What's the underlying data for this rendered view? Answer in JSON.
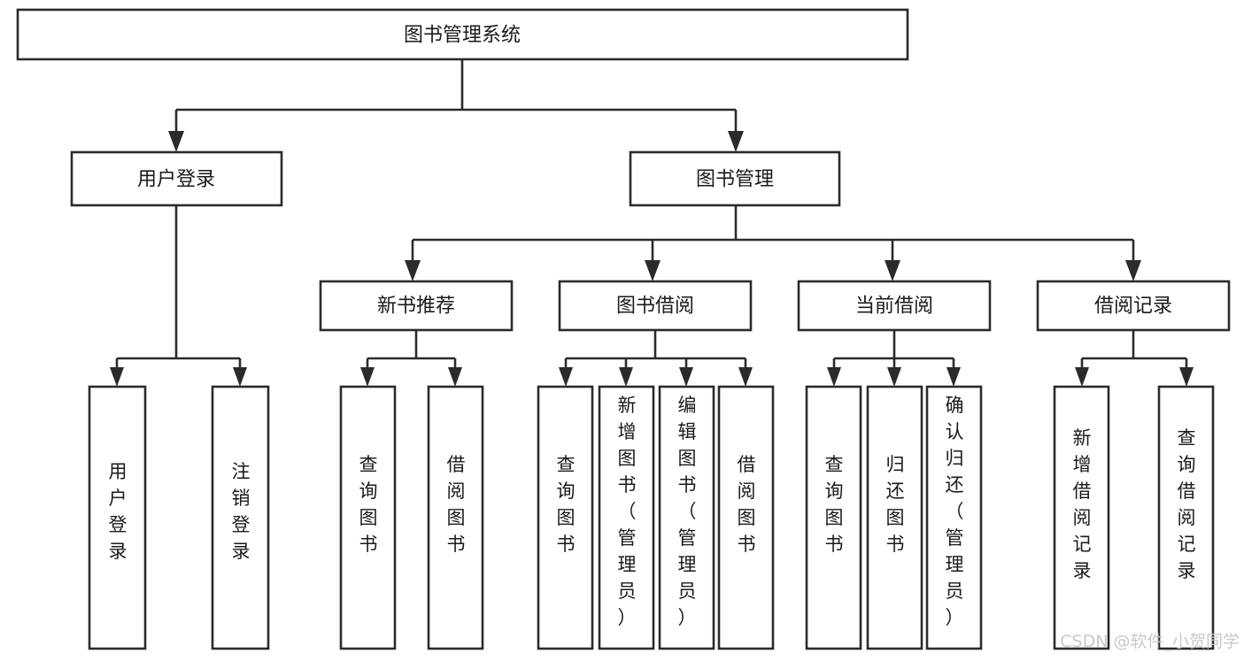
{
  "diagram": {
    "title": "图书管理系统",
    "type": "tree-structure-diagram",
    "orientation": "top-down",
    "box_fill": "#ffffff",
    "box_stroke": "#2b2b2b",
    "text_color": "#1a1a1a",
    "root": {
      "id": "root",
      "label": "图书管理系统",
      "text_orientation": "horizontal"
    },
    "level2": [
      {
        "id": "user-login",
        "label": "用户登录",
        "text_orientation": "horizontal"
      },
      {
        "id": "book-manage",
        "label": "图书管理",
        "text_orientation": "horizontal"
      }
    ],
    "level3": [
      {
        "id": "new-book-recommend",
        "label": "新书推荐",
        "parent": "book-manage",
        "text_orientation": "horizontal"
      },
      {
        "id": "book-borrow",
        "label": "图书借阅",
        "parent": "book-manage",
        "text_orientation": "horizontal"
      },
      {
        "id": "current-borrow",
        "label": "当前借阅",
        "parent": "book-manage",
        "text_orientation": "horizontal"
      },
      {
        "id": "borrow-record",
        "label": "借阅记录",
        "parent": "book-manage",
        "text_orientation": "horizontal"
      }
    ],
    "leaves": [
      {
        "id": "leaf-user-login",
        "parent": "user-login",
        "label": "用户登录",
        "chars": [
          "用",
          "户",
          "登",
          "录"
        ],
        "text_orientation": "vertical"
      },
      {
        "id": "leaf-logout",
        "parent": "user-login",
        "label": "注销登录",
        "chars": [
          "注",
          "销",
          "登",
          "录"
        ],
        "text_orientation": "vertical"
      },
      {
        "id": "leaf-query-book-1",
        "parent": "new-book-recommend",
        "label": "查询图书",
        "chars": [
          "查",
          "询",
          "图",
          "书"
        ],
        "text_orientation": "vertical"
      },
      {
        "id": "leaf-borrow-book-1",
        "parent": "new-book-recommend",
        "label": "借阅图书",
        "chars": [
          "借",
          "阅",
          "图",
          "书"
        ],
        "text_orientation": "vertical"
      },
      {
        "id": "leaf-query-book-2",
        "parent": "book-borrow",
        "label": "查询图书",
        "chars": [
          "查",
          "询",
          "图",
          "书"
        ],
        "text_orientation": "vertical"
      },
      {
        "id": "leaf-add-book",
        "parent": "book-borrow",
        "label": "新增图书（管理员）",
        "chars": [
          "新",
          "增",
          "图",
          "书",
          "（",
          "管",
          "理",
          "员",
          "）"
        ],
        "text_orientation": "vertical"
      },
      {
        "id": "leaf-edit-book",
        "parent": "book-borrow",
        "label": "编辑图书（管理员）",
        "chars": [
          "编",
          "辑",
          "图",
          "书",
          "（",
          "管",
          "理",
          "员",
          "）"
        ],
        "text_orientation": "vertical"
      },
      {
        "id": "leaf-borrow-book-2",
        "parent": "book-borrow",
        "label": "借阅图书",
        "chars": [
          "借",
          "阅",
          "图",
          "书"
        ],
        "text_orientation": "vertical"
      },
      {
        "id": "leaf-query-book-3",
        "parent": "current-borrow",
        "label": "查询图书",
        "chars": [
          "查",
          "询",
          "图",
          "书"
        ],
        "text_orientation": "vertical"
      },
      {
        "id": "leaf-return-book",
        "parent": "current-borrow",
        "label": "归还图书",
        "chars": [
          "归",
          "还",
          "图",
          "书"
        ],
        "text_orientation": "vertical"
      },
      {
        "id": "leaf-confirm-return",
        "parent": "current-borrow",
        "label": "确认归还（管理员）",
        "chars": [
          "确",
          "认",
          "归",
          "还",
          "（",
          "管",
          "理",
          "员",
          "）"
        ],
        "text_orientation": "vertical"
      },
      {
        "id": "leaf-add-record",
        "parent": "borrow-record",
        "label": "新增借阅记录",
        "chars": [
          "新",
          "增",
          "借",
          "阅",
          "记",
          "录"
        ],
        "text_orientation": "vertical"
      },
      {
        "id": "leaf-query-record",
        "parent": "borrow-record",
        "label": "查询借阅记录",
        "chars": [
          "查",
          "询",
          "借",
          "阅",
          "记",
          "录"
        ],
        "text_orientation": "vertical"
      }
    ]
  },
  "watermark": {
    "text": "CSDN @软件_小贺同学",
    "color": "#c9c9c9"
  }
}
